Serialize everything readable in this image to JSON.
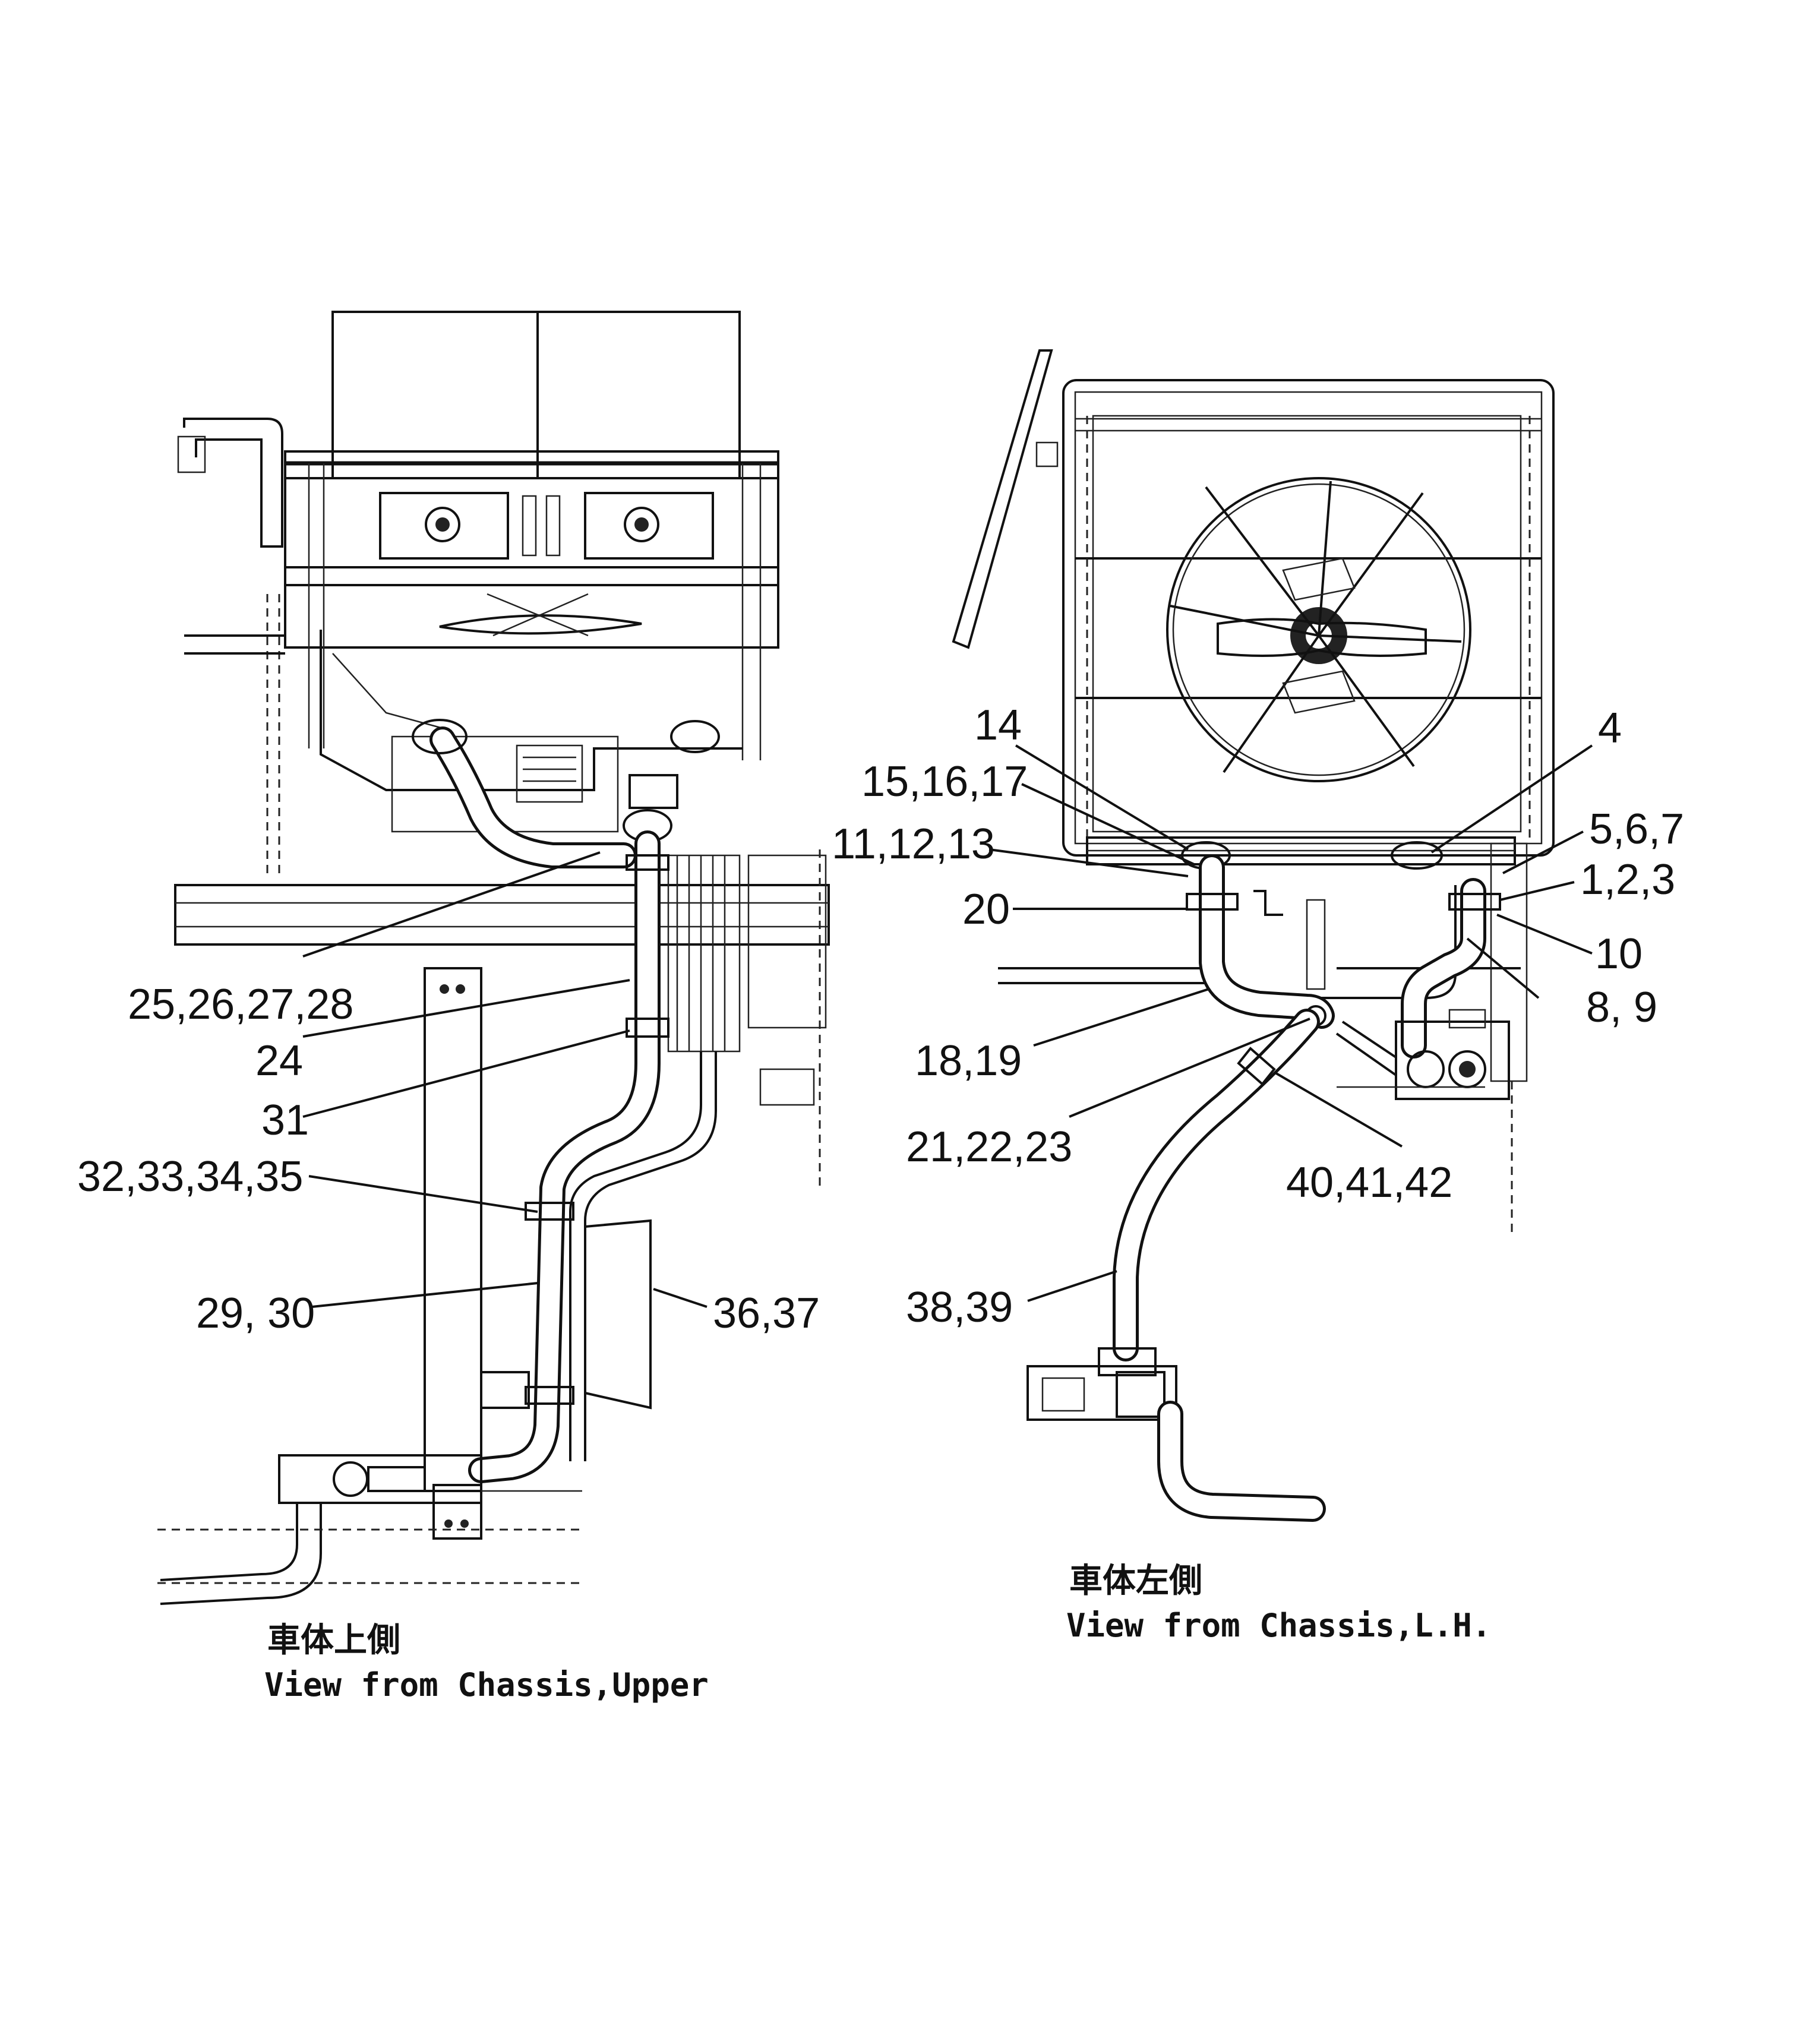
{
  "labels": {
    "l_25_26_27_28": "25,26,27,28",
    "l_24": "24",
    "l_31": "31",
    "l_32_33_34_35": "32,33,34,35",
    "l_29_30": "29, 30",
    "l_36_37": "36,37",
    "l_14": "14",
    "l_15_16_17": "15,16,17",
    "l_11_12_13": "11,12,13",
    "l_20": "20",
    "l_4": "4",
    "l_5_6_7": "5,6,7",
    "l_1_2_3": "1,2,3",
    "l_10": "10",
    "l_8_9": "8, 9",
    "l_18_19": "18,19",
    "l_21_22_23": "21,22,23",
    "l_40_41_42": "40,41,42",
    "l_38_39": "38,39"
  },
  "captions": {
    "upper_jp": "車体上側",
    "upper_en": "View from Chassis,Upper",
    "lh_jp": "車体左側",
    "lh_en": "View from Chassis,L.H."
  },
  "colors": {
    "ink": "#111111",
    "paper": "#ffffff"
  }
}
